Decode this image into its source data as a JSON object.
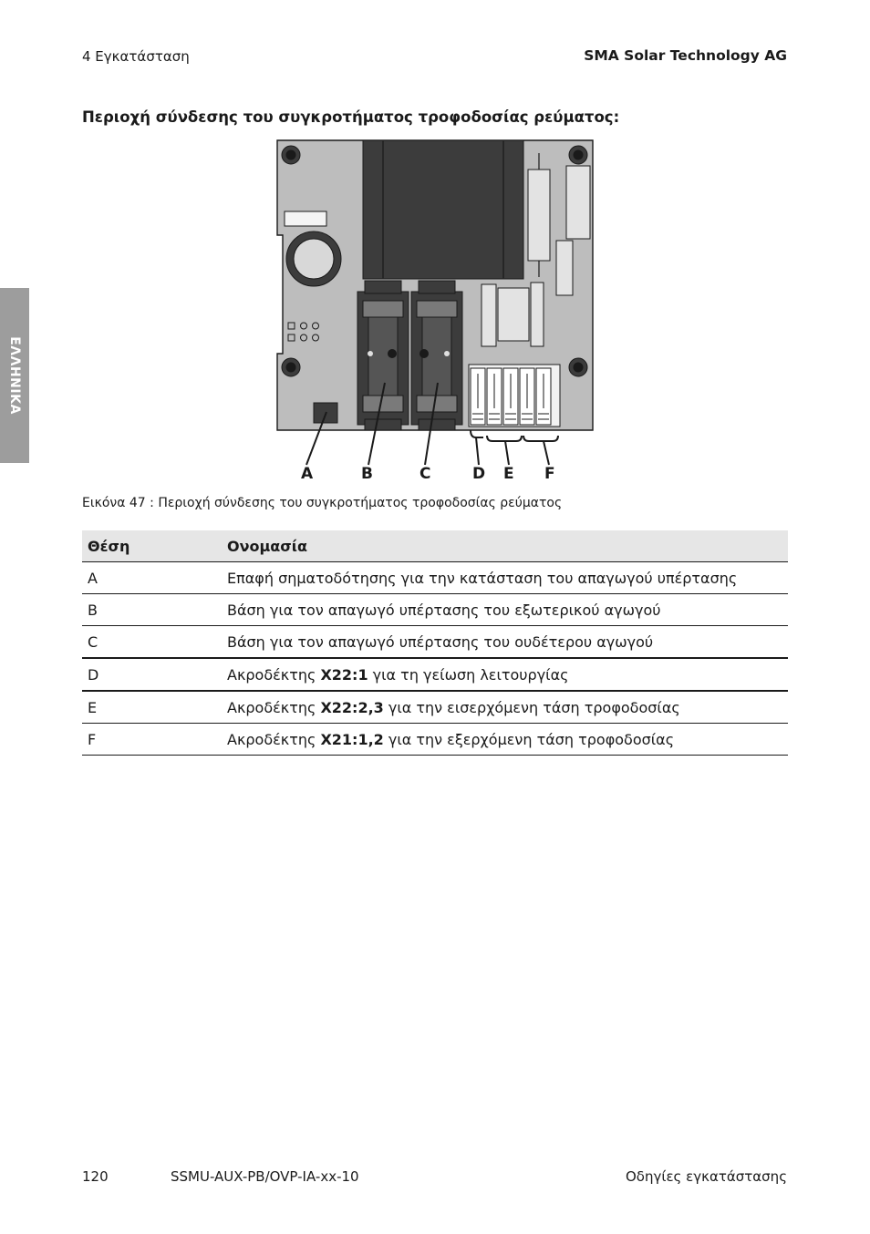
{
  "header": {
    "chapter": "4  Εγκατάσταση",
    "company": "SMA Solar Technology AG"
  },
  "side_tab": {
    "label": "ΕΛΛΗΝΙΚΑ"
  },
  "section_title": "Περιοχή σύνδεσης του συγκροτήματος τροφοδοσίας ρεύματος:",
  "figure": {
    "labels": [
      "A",
      "B",
      "C",
      "D",
      "E",
      "F"
    ]
  },
  "caption": "Εικόνα 47 : Περιοχή σύνδεσης του συγκροτήματος τροφοδοσίας ρεύματος",
  "table": {
    "headers": [
      "Θέση",
      "Ονομασία"
    ],
    "rows": [
      {
        "pos": "A",
        "pre": "Επαφή σηματοδότησης για την κατάσταση του απαγωγού υπέρτασης",
        "term": "",
        "post": ""
      },
      {
        "pos": "B",
        "pre": "Βάση για τον απαγωγό υπέρτασης του εξωτερικού αγωγού",
        "term": "",
        "post": ""
      },
      {
        "pos": "C",
        "pre": "Βάση για τον απαγωγό υπέρτασης του ουδέτερου αγωγού",
        "term": "",
        "post": ""
      },
      {
        "pos": "D",
        "pre": "Ακροδέκτης ",
        "term": "X22:1",
        "post": " για τη γείωση λειτουργίας"
      },
      {
        "pos": "E",
        "pre": "Ακροδέκτης ",
        "term": "X22:2,3",
        "post": " για την εισερχόμενη τάση τροφοδοσίας"
      },
      {
        "pos": "F",
        "pre": "Ακροδέκτης ",
        "term": "X21:1,2",
        "post": " για την εξερχόμενη τάση τροφοδοσίας"
      }
    ]
  },
  "footer": {
    "page_number": "120",
    "doc_code": "SSMU-AUX-PB/OVP-IA-xx-10",
    "doc_type": "Οδηγίες εγκατάστασης"
  },
  "colors": {
    "board_fill": "#bdbdbd",
    "dark_component": "#3c3c3c",
    "header_row_bg": "#e6e6e6",
    "side_tab_bg": "#9d9d9d"
  }
}
